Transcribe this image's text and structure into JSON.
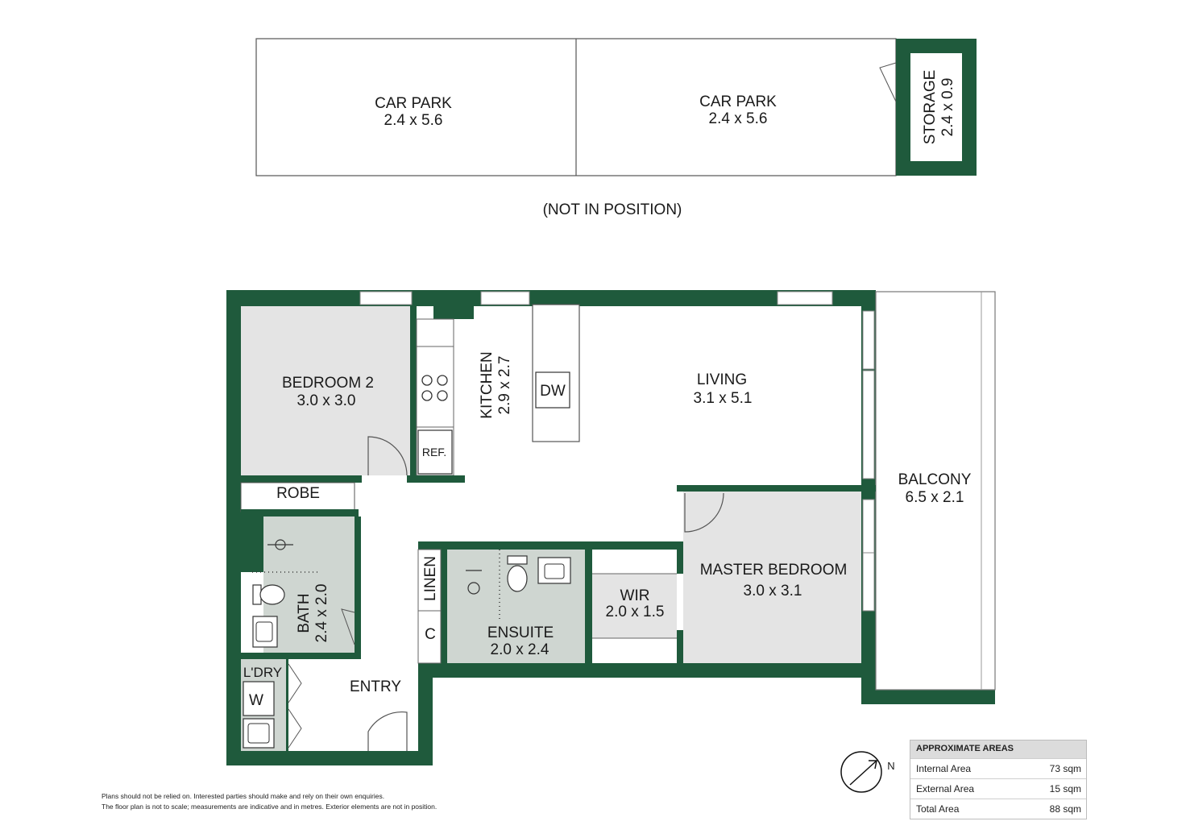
{
  "colors": {
    "wall": "#1f5a3c",
    "room_grey": "#e4e4e4",
    "wet_area": "#cfd6d1",
    "line": "#555555"
  },
  "parking": {
    "car_park_1": {
      "name": "CAR PARK",
      "size": "2.4 x 5.6"
    },
    "car_park_2": {
      "name": "CAR PARK",
      "size": "2.4 x 5.6"
    },
    "storage": {
      "name": "STORAGE",
      "size": "2.4 x 0.9"
    },
    "note": "(NOT IN POSITION)"
  },
  "rooms": {
    "bedroom2": {
      "name": "BEDROOM 2",
      "size": "3.0 x 3.0"
    },
    "robe": {
      "name": "ROBE"
    },
    "kitchen": {
      "name": "KITCHEN",
      "size": "2.9 x 2.7"
    },
    "dishwasher": "DW",
    "refrigerator": "REF.",
    "living": {
      "name": "LIVING",
      "size": "3.1 x 5.1"
    },
    "balcony": {
      "name": "BALCONY",
      "size": "6.5 x 2.1"
    },
    "bath": {
      "name": "BATH",
      "size": "2.4 x 2.0"
    },
    "linen": "LINEN",
    "cupboard": "C",
    "ensuite": {
      "name": "ENSUITE",
      "size": "2.0 x 2.4"
    },
    "wir": {
      "name": "WIR",
      "size": "2.0 x 1.5"
    },
    "master": {
      "name": "MASTER BEDROOM",
      "size": "3.0 x 3.1"
    },
    "laundry": "L'DRY",
    "washer": "W",
    "entry": "ENTRY"
  },
  "compass": {
    "label": "N"
  },
  "areas": {
    "title": "APPROXIMATE AREAS",
    "rows": [
      {
        "label": "Internal Area",
        "value": "73 sqm"
      },
      {
        "label": "External Area",
        "value": "15 sqm"
      },
      {
        "label": "Total Area",
        "value": "88 sqm"
      }
    ]
  },
  "disclaimer": {
    "line1": "Plans should not be relied on. Interested parties should make and rely on their own enquiries.",
    "line2": "The floor plan is not to scale; measurements are indicative and in metres. Exterior elements are not in position."
  }
}
